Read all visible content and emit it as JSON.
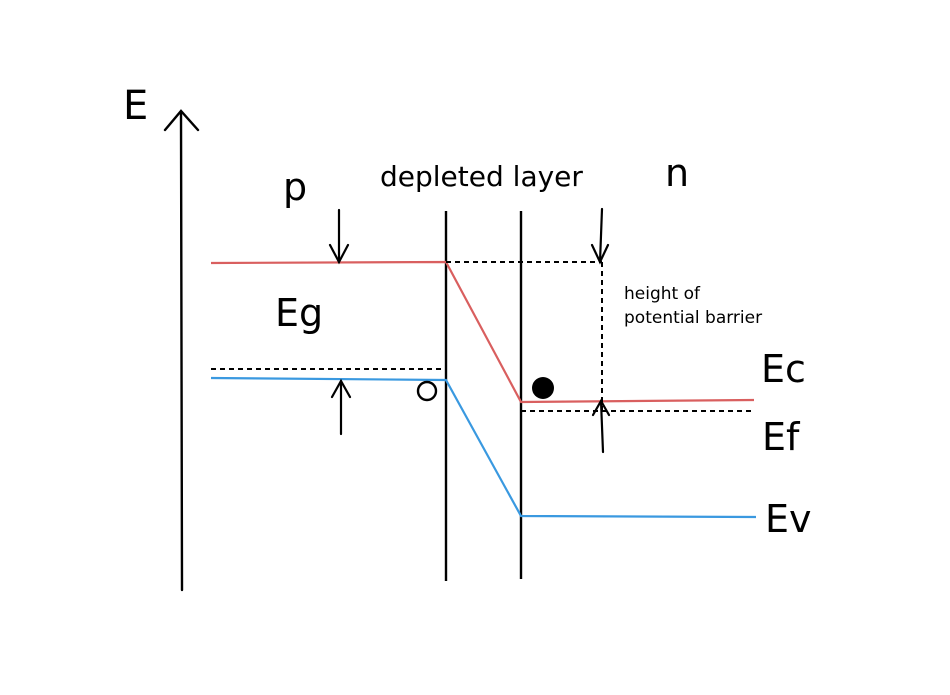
{
  "labels": {
    "energy_axis": "E",
    "p_region": "p",
    "n_region": "n",
    "depleted_layer": "depleted layer",
    "band_gap": "Eg",
    "barrier_line1": "height of",
    "barrier_line2": "potential barrier",
    "conduction_band": "Ec",
    "fermi_level": "Ef",
    "valence_band": "Ev"
  },
  "colors": {
    "conduction_band": "#d95f5f",
    "valence_band": "#3a99e0",
    "ink": "#000000"
  }
}
